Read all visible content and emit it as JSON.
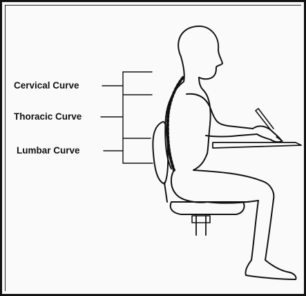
{
  "labels": {
    "cervical": "Cervical Curve",
    "thoracic": "Thoracic Curve",
    "lumbar": "Lumbar Curve"
  },
  "colors": {
    "line": "#111111",
    "background": "#fafafa"
  }
}
